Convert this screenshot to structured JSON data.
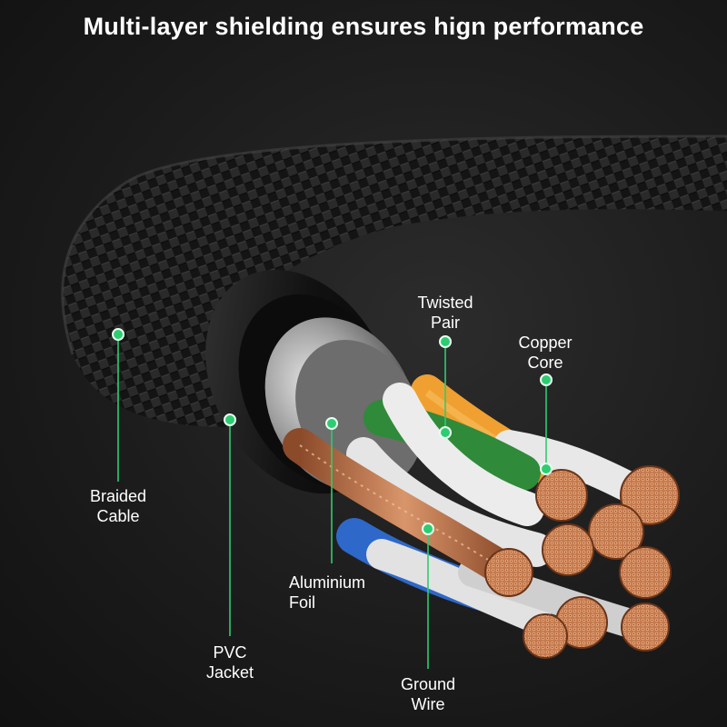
{
  "title": "Multi-layer shielding ensures hign performance",
  "colors": {
    "accent": "#2ecc71",
    "text": "#ffffff",
    "background": "#1b1b1b"
  },
  "callouts": {
    "twisted_pair": {
      "line1": "Twisted",
      "line2": "Pair"
    },
    "copper_core": {
      "line1": "Copper",
      "line2": "Core"
    },
    "braided_cable": {
      "line1": "Braided",
      "line2": "Cable"
    },
    "aluminium_foil": {
      "line1": "Aluminium",
      "line2": "Foil"
    },
    "pvc_jacket": {
      "line1": "PVC",
      "line2": "Jacket"
    },
    "ground_wire": {
      "line1": "Ground",
      "line2": "Wire"
    }
  }
}
